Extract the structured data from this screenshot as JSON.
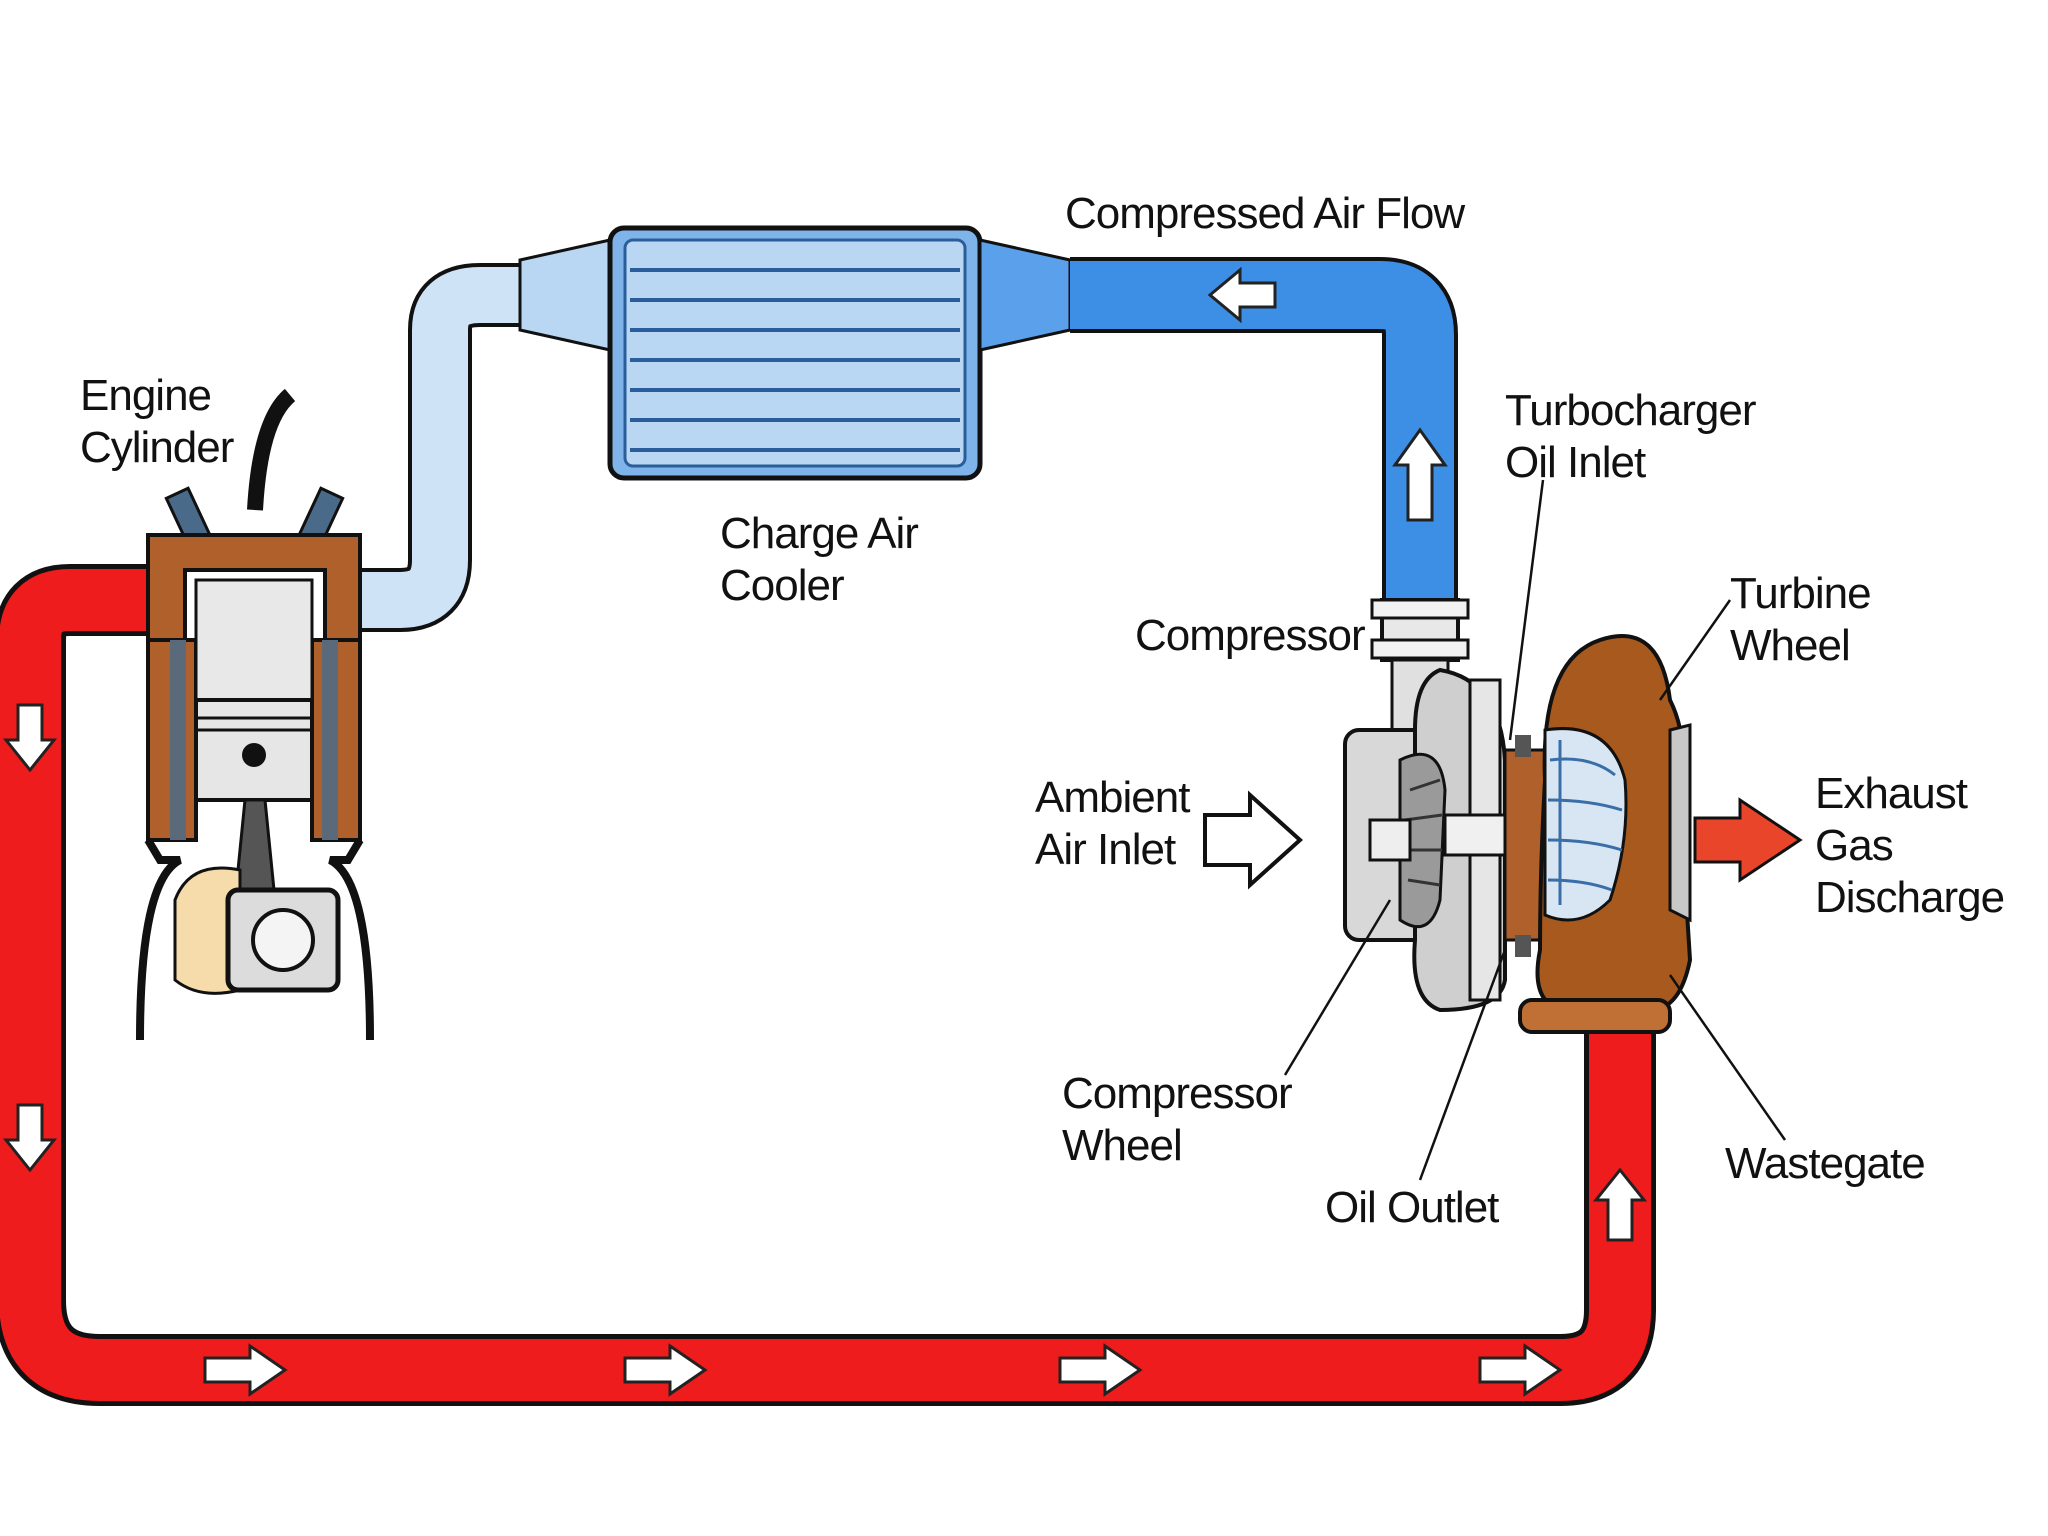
{
  "colors": {
    "exhaust": "#ee1c1c",
    "compressed_air": "#3d8fe6",
    "cooled_air": "#cfe3f6",
    "turbine_housing": "#a8591e",
    "compressor_housing": "#d8d8d8",
    "outline": "#111111"
  },
  "labels": {
    "engine_cylinder": [
      "Engine",
      "Cylinder"
    ],
    "compressed_air_flow": "Compressed Air Flow",
    "turbocharger_oil_inlet": [
      "Turbocharger",
      "Oil Inlet"
    ],
    "charge_air_cooler": [
      "Charge Air",
      "Cooler"
    ],
    "compressor": "Compressor",
    "turbine_wheel": [
      "Turbine",
      "Wheel"
    ],
    "ambient_air_inlet": [
      "Ambient",
      "Air Inlet"
    ],
    "exhaust_gas_discharge": [
      "Exhaust",
      "Gas",
      "Discharge"
    ],
    "compressor_wheel": [
      "Compressor",
      "Wheel"
    ],
    "wastegate": "Wastegate",
    "oil_outlet": "Oil Outlet"
  },
  "icons": {
    "flow_arrow": "arrow-icon",
    "piston": "piston-icon",
    "intercooler": "radiator-icon"
  }
}
